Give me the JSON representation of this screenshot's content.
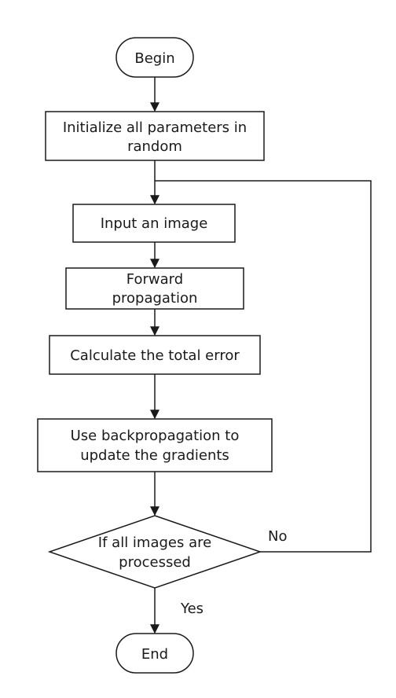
{
  "colors": {
    "stroke": "#1a1a1a",
    "text": "#1a1a1a",
    "background": "#ffffff"
  },
  "nodes": {
    "begin": {
      "label": "Begin"
    },
    "init": {
      "line1": "Initialize all parameters in",
      "line2": "random"
    },
    "input": {
      "label": "Input an image"
    },
    "forward": {
      "line1": "Forward",
      "line2": "propagation"
    },
    "error": {
      "label": "Calculate the total error"
    },
    "backprop": {
      "line1": "Use backpropagation to",
      "line2": "update the gradients"
    },
    "decision": {
      "line1": "If all images are",
      "line2": "processed"
    },
    "end": {
      "label": "End"
    }
  },
  "edges": {
    "no_label": "No",
    "yes_label": "Yes"
  }
}
